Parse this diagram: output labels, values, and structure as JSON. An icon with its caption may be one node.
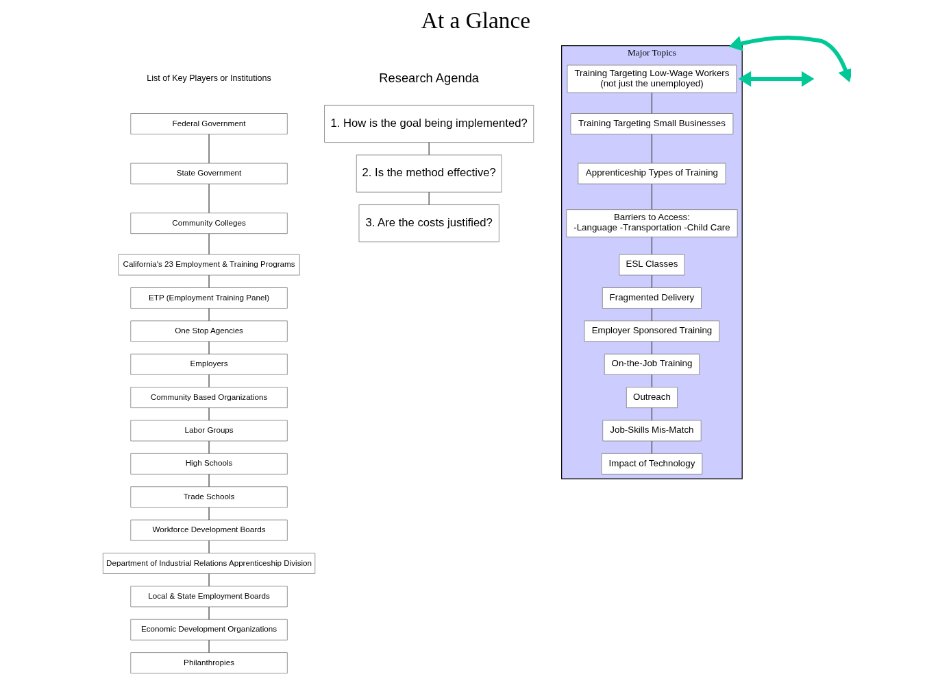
{
  "diagram": {
    "title": "At a Glance",
    "nodes": [
      {
        "text": [
          "Federal Government"
        ]
      },
      {
        "text": [
          "State Government"
        ]
      },
      {
        "text": [
          "Community Colleges"
        ]
      },
      {
        "text": [
          "California's 23 Employment & Training Programs"
        ]
      },
      {
        "text": [
          "ETP (Employment Training Panel)"
        ]
      },
      {
        "text": [
          "One Stop Agencies"
        ]
      },
      {
        "text": [
          "Employers"
        ]
      },
      {
        "text": [
          "Community Based Organizations"
        ]
      },
      {
        "text": [
          "Labor Groups"
        ]
      },
      {
        "text": [
          "High Schools"
        ]
      },
      {
        "text": [
          "Trade Schools"
        ]
      },
      {
        "text": [
          "Workforce Development Boards"
        ]
      },
      {
        "text": [
          "Department of Industrial Relations Apprenticeship Division"
        ]
      },
      {
        "text": [
          "Local & State Employment Boards"
        ]
      },
      {
        "text": [
          "Economic Development Organizations"
        ]
      },
      {
        "text": [
          "Philanthropies"
        ]
      },
      {
        "text": [
          "Major Topics"
        ]
      },
      {
        "text": [
          "Training Targeting Low-Wage Workers",
          "(not just the unemployed)"
        ],
        "in": 16
      },
      {
        "text": [
          "Training Targeting Small Businesses"
        ],
        "in": 16
      },
      {
        "text": [
          "Apprenticeship Types of Training"
        ],
        "in": 16
      },
      {
        "text": [
          "Barriers to Access:",
          "-Language -Transportation -Child Care"
        ],
        "in": 16
      },
      {
        "text": [
          "ESL Classes"
        ],
        "in": 16
      },
      {
        "text": [
          "Fragmented Delivery"
        ],
        "in": 16
      },
      {
        "text": [
          "Employer Sponsored Training"
        ],
        "in": 16
      },
      {
        "text": [
          "On-the-Job Training"
        ],
        "in": 16
      },
      {
        "text": [
          "Outreach"
        ],
        "in": 16
      },
      {
        "text": [
          "Job-Skills Mis-Match"
        ],
        "in": 16
      },
      {
        "text": [
          "Impact of Technology"
        ],
        "in": 16
      },
      {
        "text": [
          "1. How is the goal being implemented?"
        ]
      },
      {
        "text": [
          "2. Is the method effective?"
        ]
      },
      {
        "text": [
          "3. Are the costs justified?"
        ]
      }
    ],
    "edges": [
      {
        "from": 0,
        "to": 1,
        "arrow": "none"
      },
      {
        "from": 1,
        "to": 2,
        "arrow": "none"
      },
      {
        "from": 2,
        "to": 3,
        "arrow": "none"
      },
      {
        "from": 3,
        "to": 4,
        "arrow": "none"
      },
      {
        "from": 4,
        "to": 5,
        "arrow": "none"
      },
      {
        "from": 5,
        "to": 6,
        "arrow": "none"
      },
      {
        "from": 6,
        "to": 7,
        "arrow": "none"
      },
      {
        "from": 7,
        "to": 8,
        "arrow": "none"
      },
      {
        "from": 8,
        "to": 9,
        "arrow": "none"
      },
      {
        "from": 9,
        "to": 10,
        "arrow": "none"
      },
      {
        "from": 10,
        "to": 11,
        "arrow": "none"
      },
      {
        "from": 11,
        "to": 12,
        "arrow": "none"
      },
      {
        "from": 12,
        "to": 13,
        "arrow": "none"
      },
      {
        "from": 13,
        "to": 14,
        "arrow": "none"
      },
      {
        "from": 14,
        "to": 15,
        "arrow": "none"
      },
      {
        "from": 17,
        "to": 18,
        "arrow": "none"
      },
      {
        "from": 18,
        "to": 19,
        "arrow": "none"
      },
      {
        "from": 19,
        "to": 20,
        "arrow": "none"
      },
      {
        "from": 20,
        "to": 21,
        "arrow": "none"
      },
      {
        "from": 21,
        "to": 22,
        "arrow": "none"
      },
      {
        "from": 22,
        "to": 23,
        "arrow": "none"
      },
      {
        "from": 23,
        "to": 24,
        "arrow": "none"
      },
      {
        "from": 24,
        "to": 25,
        "arrow": "none"
      },
      {
        "from": 25,
        "to": 26,
        "arrow": "none"
      },
      {
        "from": 26,
        "to": 27,
        "arrow": "none"
      },
      {
        "from": 28,
        "to": 29,
        "arrow": "none"
      },
      {
        "from": 29,
        "to": 30,
        "arrow": "none"
      },
      {
        "from": null,
        "to": 16,
        "arrow": "both",
        "style": "thick",
        "color": "#00c896"
      },
      {
        "from": 16,
        "to": null,
        "arrow": "both",
        "style": "thick",
        "color": "#00c896"
      }
    ],
    "labels": [
      "List of Key Players or Institutions",
      "Research Agenda"
    ]
  }
}
